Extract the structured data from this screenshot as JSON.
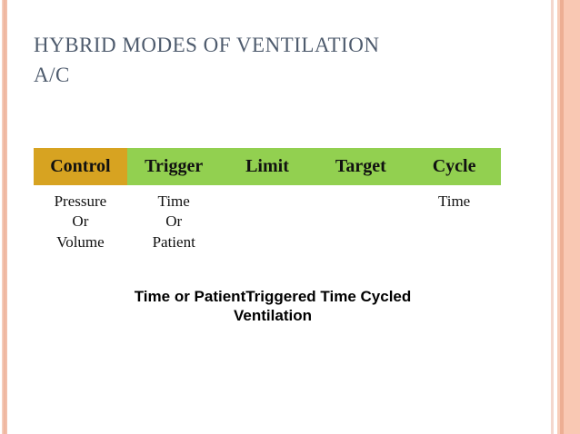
{
  "slide": {
    "title_line1": "HYBRID MODES OF VENTILATION",
    "title_line2": "A/C"
  },
  "table": {
    "headers": [
      {
        "label": "Control"
      },
      {
        "label": "Trigger"
      },
      {
        "label": "Limit"
      },
      {
        "label": "Target"
      },
      {
        "label": "Cycle"
      }
    ],
    "row": {
      "control": [
        "Pressure",
        "Or",
        "Volume"
      ],
      "trigger": [
        "Time",
        "Or",
        "Patient"
      ],
      "limit": [],
      "target": [],
      "cycle": [
        "Time"
      ]
    }
  },
  "caption": {
    "line1": "Time or PatientTriggered Time Cycled",
    "line2": "Ventilation"
  },
  "colors": {
    "header_control_bg": "#d7a321",
    "header_green_bg": "#92d050",
    "title_text": "#4e5b6d",
    "accent_salmon": "#f9c8b3"
  }
}
